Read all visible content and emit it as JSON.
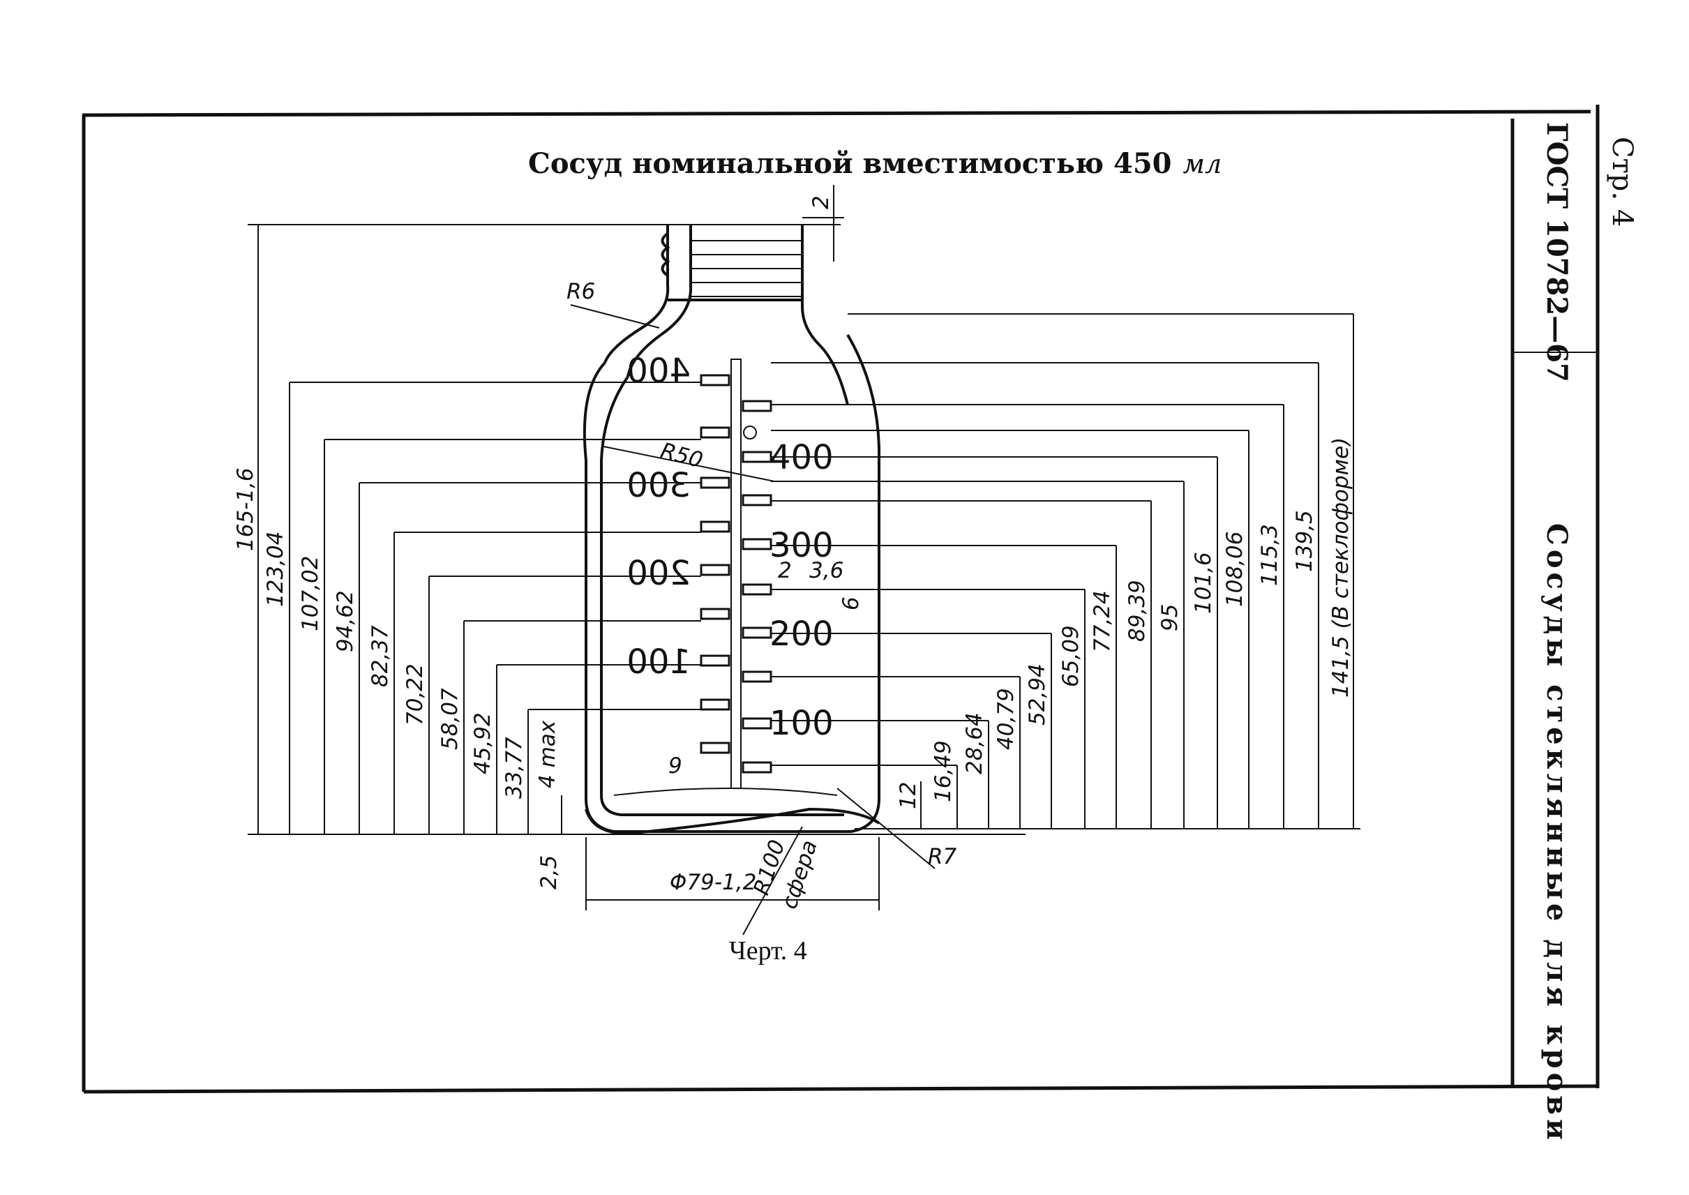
{
  "drawing": {
    "title": "Сосуд номинальной вместимостью 450",
    "title_unit": "мл",
    "caption": "Черт. 4"
  },
  "side": {
    "standard": "ГОСТ 10782—67",
    "page": "Стр. 4",
    "section_title": "Сосуды стеклянные для крови"
  },
  "dimensions": {
    "height_total": "165-1,6",
    "left": [
      "123,04",
      "107,02",
      "94,62",
      "82,37",
      "70,22",
      "58,07",
      "45,92",
      "33,77",
      "4 max"
    ],
    "bottom_thickness": "2,5",
    "right": [
      "139,5",
      "115,3",
      "108,06",
      "101,6",
      "95",
      "89,39",
      "77,24",
      "65,09",
      "52,94",
      "40,79",
      "28,64",
      "16,49",
      "12"
    ],
    "shoulder_height": "141,5 (В стеклоформе)",
    "neck_offset": "2",
    "radius_neck": "R6",
    "radius_body": "R50",
    "radius_base": "R7",
    "radius_sphere": "R100",
    "sphere_label": "сфера",
    "diameter": "Φ79-1,2",
    "mark_width": "2",
    "mark_length": "3,6",
    "mark_pitch": "6",
    "mark_label_width": "9"
  },
  "graduations": {
    "right": [
      "400",
      "300",
      "200",
      "100"
    ],
    "left_mirrored": [
      "400",
      "300",
      "200",
      "100"
    ]
  }
}
